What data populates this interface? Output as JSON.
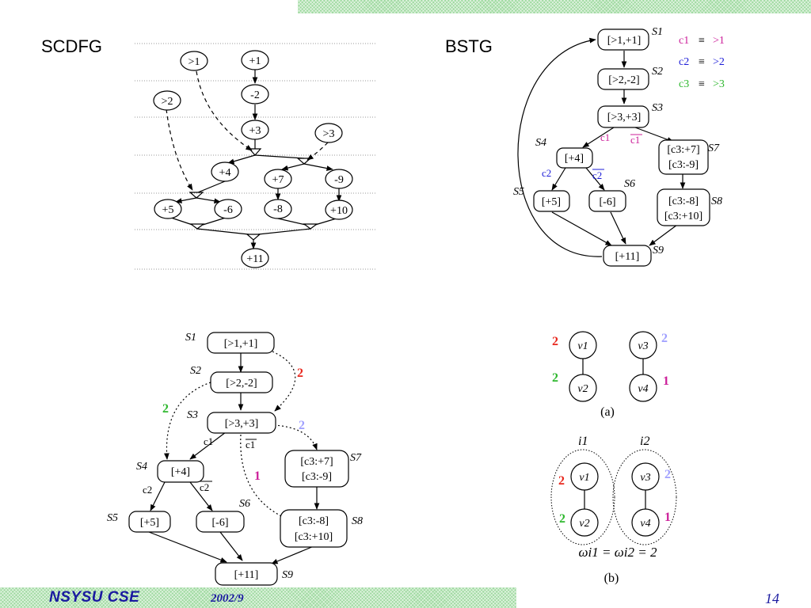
{
  "titles": {
    "scdfg": "SCDFG",
    "bstg": "BSTG"
  },
  "footer": {
    "org": "NSYSU CSE",
    "date": "2002/9",
    "page": "14"
  },
  "colors": {
    "red": "#e8281e",
    "blue": "#1c1cd8",
    "green": "#2fb82f",
    "magenta": "#cc1f9a",
    "lavender": "#a0a0ff",
    "footer": "#1a1aa0",
    "band": "#9fdaa0"
  },
  "scdfg": {
    "nodes": [
      ">1",
      "+1",
      "-2",
      ">2",
      "+3",
      ">3",
      "+4",
      "+7",
      "-9",
      "+5",
      "-6",
      "-8",
      "+10",
      "+11"
    ]
  },
  "bstg_top": {
    "states": [
      "[>1,+1]",
      "[>2,-2]",
      "[>3,+3]",
      "[+4]",
      "[+5]",
      "[-6]",
      "[+11]",
      "[c3:+7]",
      "[c3:-9]",
      "[c3:-8]",
      "[c3:+10]"
    ],
    "state_labels": [
      "S1",
      "S2",
      "S3",
      "S4",
      "S5",
      "S6",
      "S7",
      "S8",
      "S9"
    ],
    "edge_labels": [
      "c1",
      "c1",
      "c2",
      "c2"
    ],
    "legend": [
      {
        "cond": "c1",
        "eq": "≡",
        "val": ">1"
      },
      {
        "cond": "c2",
        "eq": "≡",
        "val": ">2"
      },
      {
        "cond": "c3",
        "eq": "≡",
        "val": ">3"
      }
    ]
  },
  "bstg_bottom": {
    "states": [
      "[>1,+1]",
      "[>2,-2]",
      "[>3,+3]",
      "[+4]",
      "[+5]",
      "[-6]",
      "[+11]",
      "[c3:+7]",
      "[c3:-9]",
      "[c3:-8]",
      "[c3:+10]"
    ],
    "state_labels": [
      "S1",
      "S2",
      "S3",
      "S4",
      "S5",
      "S6",
      "S7",
      "S8",
      "S9"
    ],
    "edge_labels": [
      "c1",
      "c1",
      "c2",
      "c2"
    ],
    "weights": [
      "2",
      "2",
      "2",
      "1"
    ]
  },
  "graph_a": {
    "vertices": [
      "v1",
      "v2",
      "v3",
      "v4"
    ],
    "weights": [
      "2",
      "2",
      "2",
      "1"
    ],
    "caption": "(a)"
  },
  "graph_b": {
    "groups": [
      "i1",
      "i2"
    ],
    "vertices": [
      "v1",
      "v2",
      "v3",
      "v4"
    ],
    "weights": [
      "2",
      "2",
      "2",
      "1"
    ],
    "equation": "ωi1 = ωi2 = 2",
    "caption": "(b)"
  }
}
